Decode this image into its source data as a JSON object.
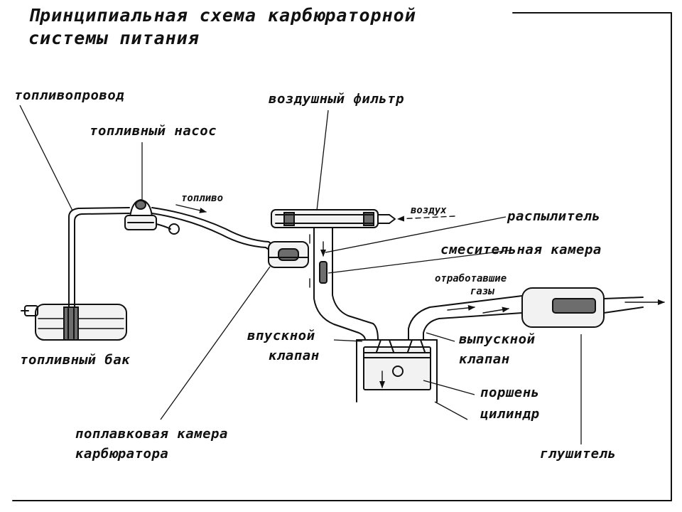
{
  "title": {
    "line1": "Принципиальная схема карбюраторной",
    "line2": "системы питания"
  },
  "labels": {
    "fuel_line": "топливопровод",
    "fuel_pump": "топливный насос",
    "fuel_flow": "топливо",
    "air_filter": "воздушный фильтр",
    "air_flow": "воздух",
    "atomizer": "распылитель",
    "mixing_chamber": "смесительная камера",
    "exhaust_gases_1": "отработавшие",
    "exhaust_gases_2": "газы",
    "intake_valve_1": "впускной",
    "intake_valve_2": "клапан",
    "exhaust_valve_1": "выпускной",
    "exhaust_valve_2": "клапан",
    "piston": "поршень",
    "cylinder": "цилиндр",
    "fuel_tank": "топливный бак",
    "float_chamber_1": "поплавковая камера",
    "float_chamber_2": "карбюратора",
    "muffler": "глушитель"
  },
  "colors": {
    "ink": "#111111",
    "background": "#ffffff",
    "shade": "#6d6d6d"
  }
}
